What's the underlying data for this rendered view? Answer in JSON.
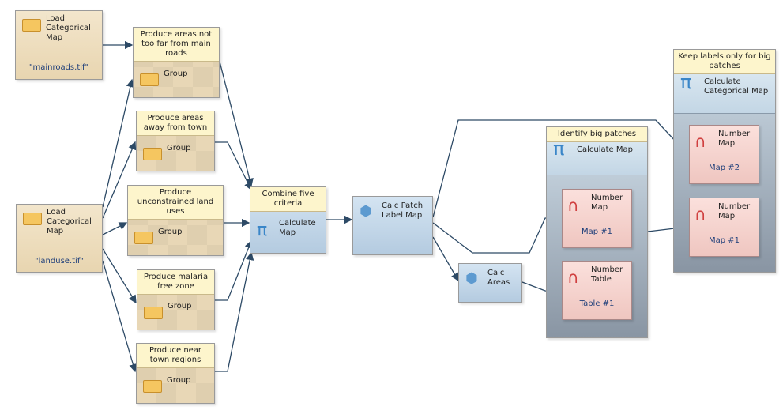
{
  "load_mainroads": {
    "title": "Load Categorical Map",
    "value": "\"mainroads.tif\""
  },
  "load_landuse": {
    "title": "Load Categorical Map",
    "value": "\"landuse.tif\""
  },
  "groups": [
    {
      "caption": "Produce areas not too far from main roads",
      "label": "Group"
    },
    {
      "caption": "Produce areas away from town",
      "label": "Group"
    },
    {
      "caption": "Produce unconstrained land uses",
      "label": "Group"
    },
    {
      "caption": "Produce malaria free zone",
      "label": "Group"
    },
    {
      "caption": "Produce near town regions",
      "label": "Group"
    }
  ],
  "combine": {
    "caption": "Combine five criteria",
    "label": "Calculate Map"
  },
  "patch": {
    "label": "Calc Patch Label Map"
  },
  "areas": {
    "label": "Calc Areas"
  },
  "identify": {
    "caption": "Identify big patches",
    "label": "Calculate Map",
    "number_map": {
      "title": "Number Map",
      "value": "Map #1"
    },
    "number_table": {
      "title": "Number Table",
      "value": "Table #1"
    }
  },
  "keep": {
    "caption": "Keep labels only for big patches",
    "label": "Calculate Categorical Map",
    "map2": {
      "title": "Number Map",
      "value": "Map #2"
    },
    "map1": {
      "title": "Number Map",
      "value": "Map #1"
    }
  },
  "colors": {
    "connector": "#2d4a66",
    "caption": "#fdf5cc",
    "load": "#ecdcbc",
    "blue": "#c3d6e5",
    "pink": "#f5d3ce"
  }
}
